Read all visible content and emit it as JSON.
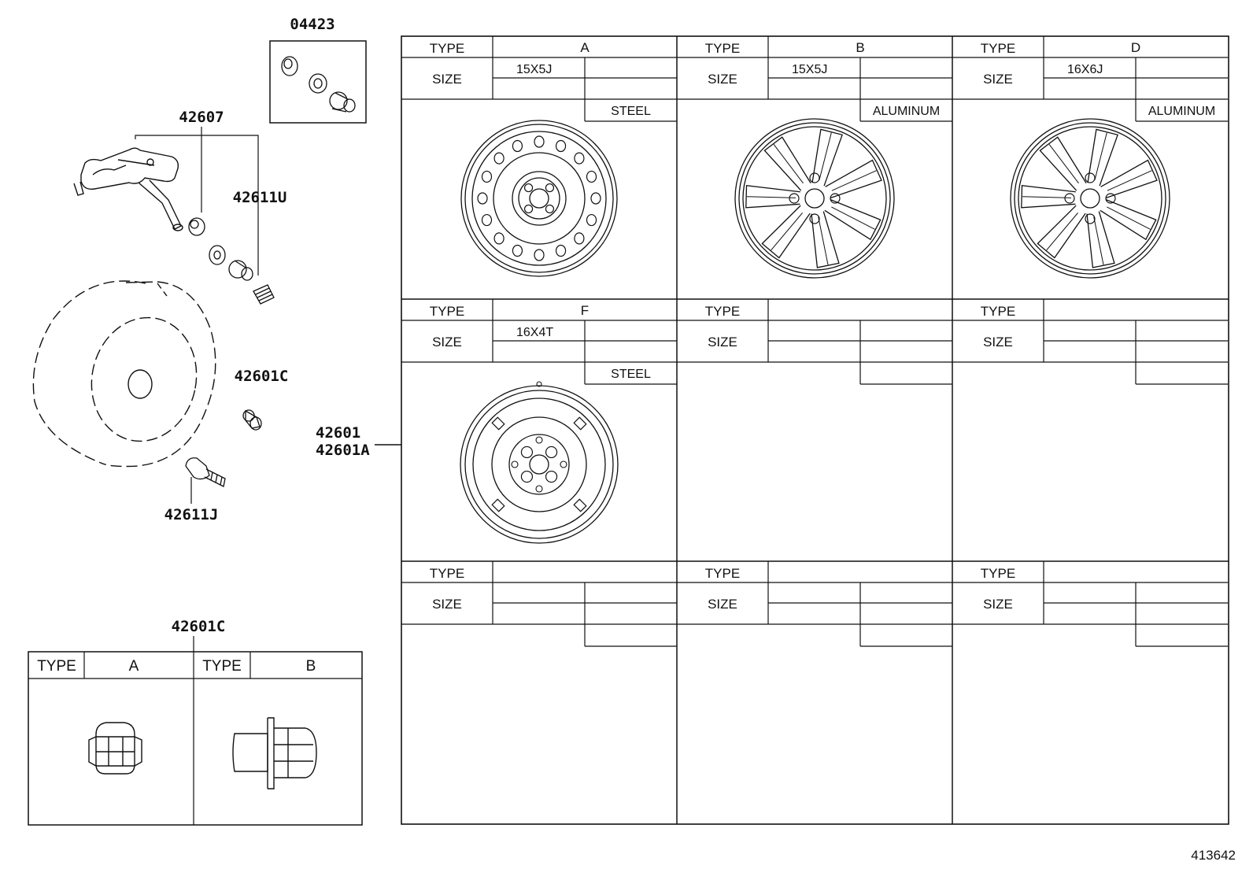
{
  "callouts": {
    "valve_kit": "04423",
    "tpms_sensor": "42607",
    "tpms_valve": "42611U",
    "hub_nut": "42601C",
    "wheel_line1": "42601",
    "wheel_line2": "42601A",
    "valve": "42611J",
    "nut_table_title": "42601C"
  },
  "nut_table": {
    "cells": [
      {
        "type_label": "TYPE",
        "type_value": "A"
      },
      {
        "type_label": "TYPE",
        "type_value": "B"
      }
    ]
  },
  "wheel_table": {
    "type_label": "TYPE",
    "size_label": "SIZE",
    "rows": [
      [
        {
          "type": "A",
          "size": "15X5J",
          "material": "STEEL",
          "icon": "steel-wheel-icon"
        },
        {
          "type": "B",
          "size": "15X5J",
          "material": "ALUMINUM",
          "icon": "alloy-wheel-icon"
        },
        {
          "type": "D",
          "size": "16X6J",
          "material": "ALUMINUM",
          "icon": "alloy-wheel-icon"
        }
      ],
      [
        {
          "type": "F",
          "size": "16X4T",
          "material": "STEEL",
          "icon": "spare-wheel-icon"
        },
        {
          "type": "",
          "size": "",
          "material": "",
          "icon": ""
        },
        {
          "type": "",
          "size": "",
          "material": "",
          "icon": ""
        }
      ],
      [
        {
          "type": "",
          "size": "",
          "material": "",
          "icon": ""
        },
        {
          "type": "",
          "size": "",
          "material": "",
          "icon": ""
        },
        {
          "type": "",
          "size": "",
          "material": "",
          "icon": ""
        }
      ]
    ]
  },
  "figure_id": "413642"
}
